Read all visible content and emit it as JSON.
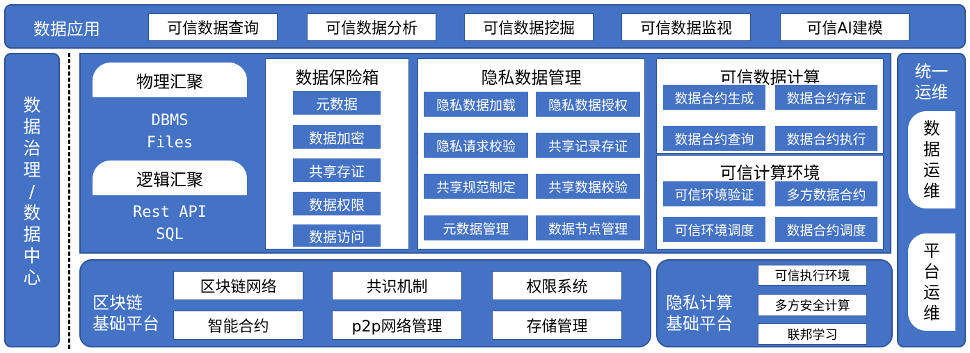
{
  "top_bar": {
    "label": "数据应用",
    "items": [
      "可信数据查询",
      "可信数据分析",
      "可信数据挖掘",
      "可信数据监视",
      "可信AI建模"
    ]
  },
  "left_column": {
    "label": [
      "数",
      "据",
      "治",
      "理",
      "/",
      "数",
      "据",
      "中",
      "心"
    ]
  },
  "right_column": {
    "title_line1": "统一",
    "title_line2": "运维",
    "box1": [
      "数",
      "据",
      "运",
      "维"
    ],
    "box2": [
      "平",
      "台",
      "运",
      "维"
    ]
  },
  "aggregation": {
    "physical_label": "物理汇聚",
    "physical_items": [
      "DBMS",
      "Files"
    ],
    "logical_label": "逻辑汇聚",
    "logical_items": [
      "Rest API",
      "SQL"
    ]
  },
  "safe_box": {
    "title": "数据保险箱",
    "items": [
      "元数据",
      "数据加密",
      "共享存证",
      "数据权限",
      "数据访问"
    ]
  },
  "privacy_mgmt": {
    "title": "隐私数据管理",
    "items": [
      "隐私数据加载",
      "隐私数据授权",
      "隐私请求校验",
      "共享记录存证",
      "共享规范制定",
      "共享数据校验",
      "元数据管理",
      "数据节点管理"
    ]
  },
  "trusted_compute": {
    "title": "可信数据计算",
    "items": [
      "数据合约生成",
      "数据合约存证",
      "数据合约查询",
      "数据合约执行"
    ]
  },
  "trusted_env": {
    "title": "可信计算环境",
    "items": [
      "可信环境验证",
      "多方数据合约",
      "可信环境调度",
      "数据合约调度"
    ]
  },
  "blockchain": {
    "label_line1": "区块链",
    "label_line2": "基础平台",
    "items": [
      "区块链网络",
      "共识机制",
      "权限系统",
      "智能合约",
      "p2p网络管理",
      "存储管理"
    ]
  },
  "privacy_compute": {
    "label_line1": "隐私计算",
    "label_line2": "基础平台",
    "items": [
      "可信执行环境",
      "多方安全计算",
      "联邦学习"
    ]
  }
}
